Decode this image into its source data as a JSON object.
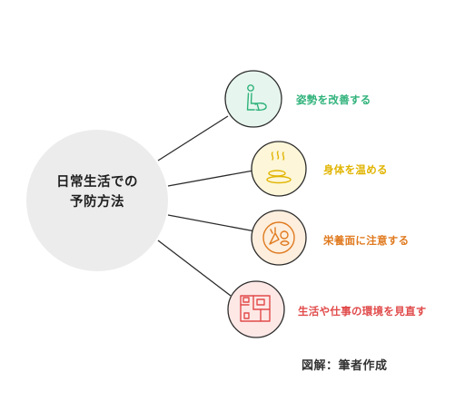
{
  "center": {
    "line1": "日常生活での",
    "line2": "予防方法"
  },
  "items": [
    {
      "label": "姿勢を改善する",
      "color": "#2fb27a",
      "bg": "#e6f6ee",
      "icon": "person-sitting-icon"
    },
    {
      "label": "身体を温める",
      "color": "#e1b400",
      "bg": "#fdf6d8",
      "icon": "hot-stones-icon"
    },
    {
      "label": "栄養面に注意する",
      "color": "#e07a1f",
      "bg": "#fdeedd",
      "icon": "vegetable-plate-icon"
    },
    {
      "label": "生活や仕事の環境を見直す",
      "color": "#e14a4a",
      "bg": "#fde8e6",
      "icon": "floor-plan-icon"
    }
  ],
  "caption": "図解：筆者作成"
}
